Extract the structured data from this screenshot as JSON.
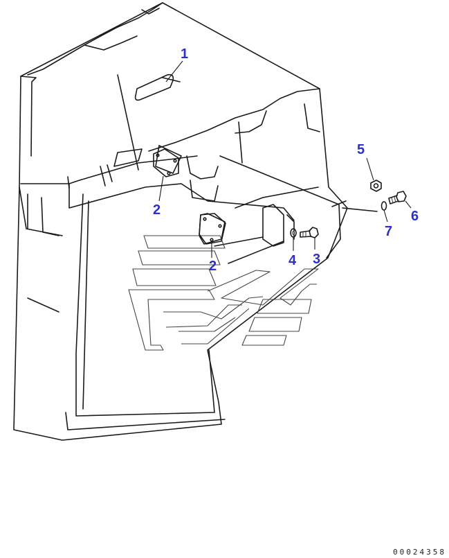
{
  "diagram": {
    "colors": {
      "line": "#1a1a1a",
      "callout": "#2a30c8"
    },
    "callouts": {
      "c1": "1",
      "c2a": "2",
      "c2b": "2",
      "c3": "3",
      "c4": "4",
      "c5": "5",
      "c6": "6",
      "c7": "7"
    },
    "document_number": "00024358"
  }
}
